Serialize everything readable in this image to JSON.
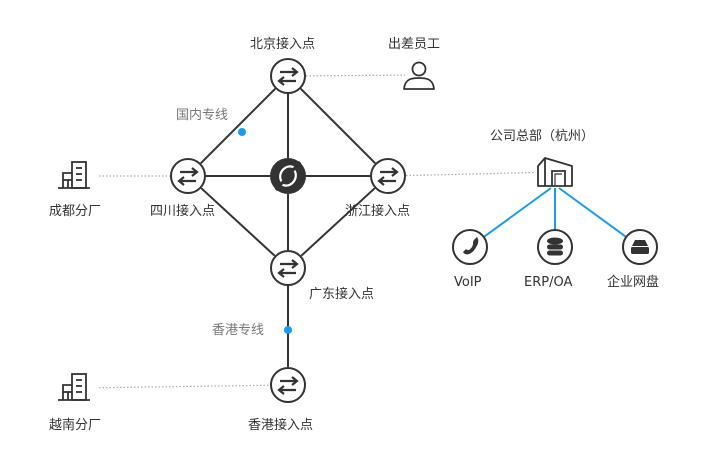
{
  "diagram": {
    "title": "",
    "colors": {
      "line": "#333333",
      "link": "#1a9be8",
      "dotted": "#aaaaaa",
      "label": "#333333",
      "muted_label": "#777777",
      "hub_fill": "#333333"
    },
    "nodes": {
      "beijing": {
        "label": "北京接入点",
        "icon": "switch-icon"
      },
      "sichuan": {
        "label": "四川接入点",
        "icon": "switch-icon"
      },
      "zhejiang": {
        "label": "浙江接入点",
        "icon": "switch-icon"
      },
      "guangdong": {
        "label": "广东接入点",
        "icon": "switch-icon"
      },
      "hongkong": {
        "label": "香港接入点",
        "icon": "switch-icon"
      },
      "hub": {
        "label": "",
        "icon": "sync-hub-icon"
      },
      "traveler": {
        "label": "出差员工",
        "icon": "user-icon"
      },
      "chengdu": {
        "label": "成都分厂",
        "icon": "building-icon"
      },
      "vietnam": {
        "label": "越南分厂",
        "icon": "building-icon"
      },
      "hq": {
        "label": "公司总部（杭州）",
        "icon": "warehouse-icon"
      },
      "voip": {
        "label": "VoIP",
        "icon": "phone-icon"
      },
      "erp": {
        "label": "ERP/OA",
        "icon": "database-icon"
      },
      "disk": {
        "label": "企业网盘",
        "icon": "drive-icon"
      }
    },
    "link_labels": {
      "domestic": "国内专线",
      "hongkong": "香港专线"
    },
    "edges": [
      {
        "from": "beijing",
        "to": "sichuan",
        "style": "solid"
      },
      {
        "from": "beijing",
        "to": "zhejiang",
        "style": "solid"
      },
      {
        "from": "beijing",
        "to": "hub",
        "style": "solid"
      },
      {
        "from": "sichuan",
        "to": "hub",
        "style": "solid"
      },
      {
        "from": "hub",
        "to": "zhejiang",
        "style": "solid"
      },
      {
        "from": "hub",
        "to": "guangdong",
        "style": "solid"
      },
      {
        "from": "sichuan",
        "to": "guangdong",
        "style": "solid"
      },
      {
        "from": "zhejiang",
        "to": "guangdong",
        "style": "solid"
      },
      {
        "from": "guangdong",
        "to": "hongkong",
        "style": "solid"
      },
      {
        "from": "beijing",
        "to": "traveler",
        "style": "dotted"
      },
      {
        "from": "chengdu",
        "to": "sichuan",
        "style": "dotted"
      },
      {
        "from": "vietnam",
        "to": "hongkong",
        "style": "dotted"
      },
      {
        "from": "zhejiang",
        "to": "hq",
        "style": "dotted"
      },
      {
        "from": "hq",
        "to": "voip",
        "style": "blue"
      },
      {
        "from": "hq",
        "to": "erp",
        "style": "blue"
      },
      {
        "from": "hq",
        "to": "disk",
        "style": "blue"
      }
    ]
  }
}
